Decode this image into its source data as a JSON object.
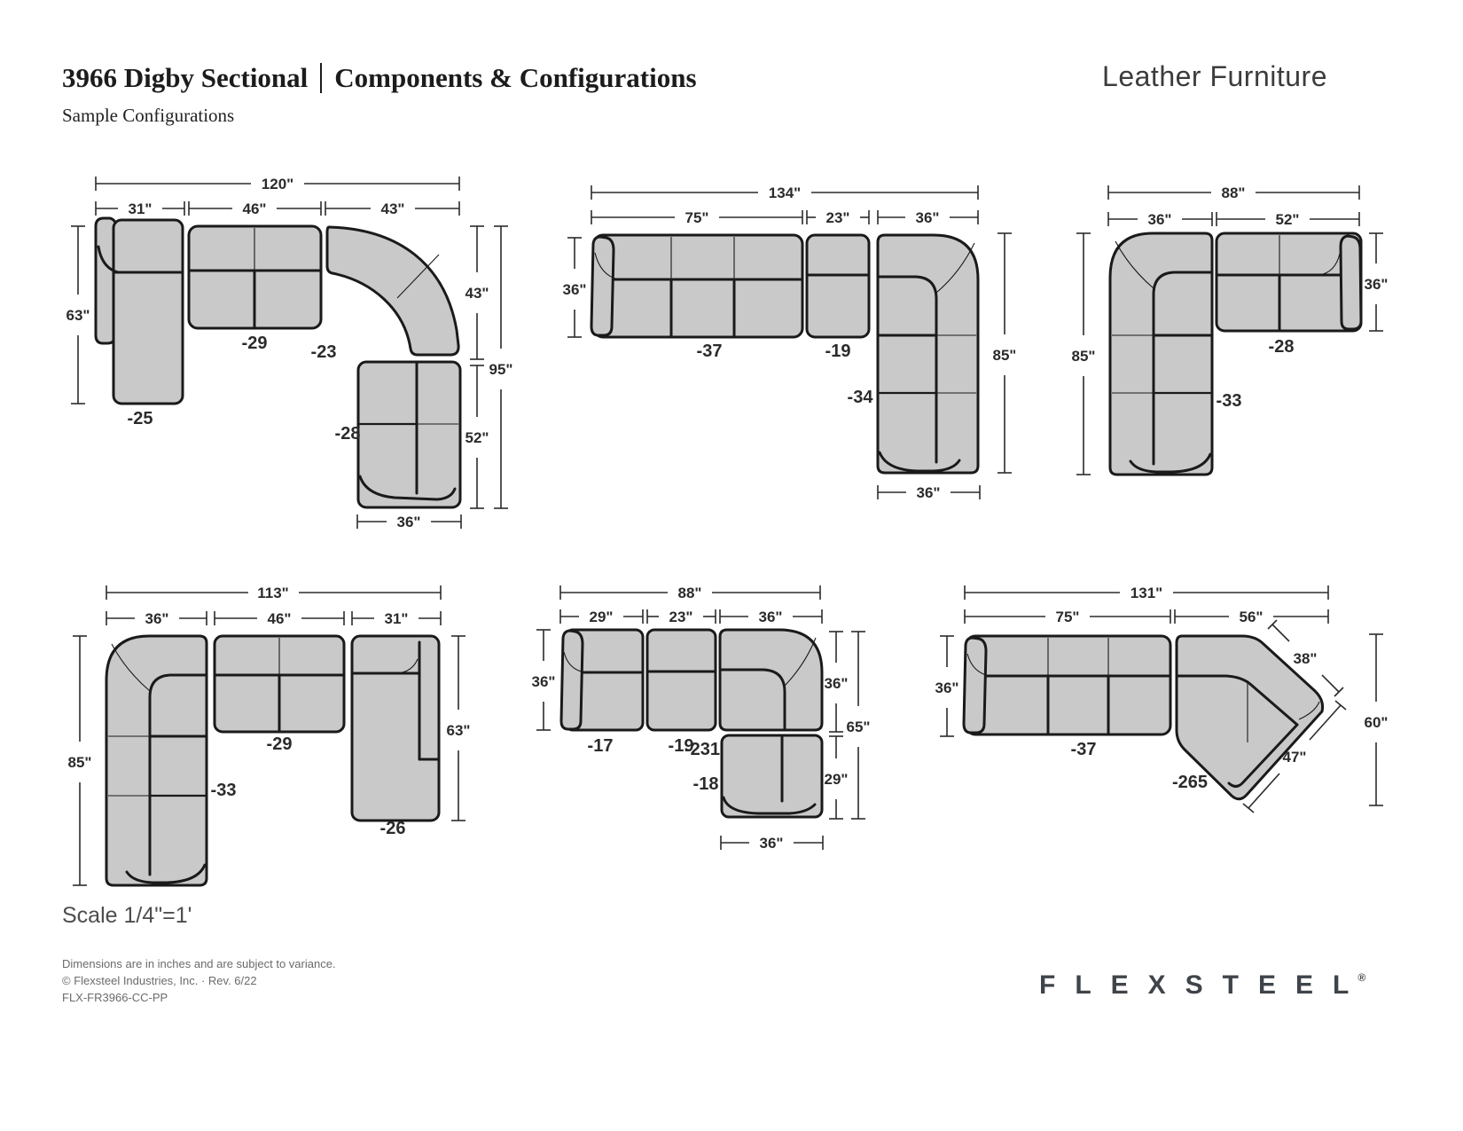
{
  "header": {
    "model_title": "3966 Digby Sectional",
    "page_title": "Components & Configurations",
    "category": "Leather Furniture",
    "subtitle": "Sample Configurations"
  },
  "configs": [
    {
      "name": "config-1",
      "total": "120\"",
      "segments": [
        "31\"",
        "46\"",
        "43\""
      ],
      "left_depth": "63\"",
      "right_upper": "43\"",
      "right_lower": "52\"",
      "right_total": "95\"",
      "bottom_width": "36\"",
      "pieces": [
        "-25",
        "-29",
        "-23",
        "-28"
      ]
    },
    {
      "name": "config-2",
      "total": "134\"",
      "segments": [
        "75\"",
        "23\"",
        "36\""
      ],
      "left_depth": "36\"",
      "right_total": "85\"",
      "bottom_width": "36\"",
      "pieces": [
        "-37",
        "-19",
        "-34"
      ]
    },
    {
      "name": "config-3",
      "total": "88\"",
      "segments": [
        "36\"",
        "52\""
      ],
      "left_depth": "85\"",
      "right_depth": "36\"",
      "pieces": [
        "-33",
        "-28"
      ]
    },
    {
      "name": "config-4",
      "total": "113\"",
      "segments": [
        "36\"",
        "46\"",
        "31\""
      ],
      "left_depth": "85\"",
      "right_depth": "63\"",
      "pieces": [
        "-33",
        "-29",
        "-26"
      ]
    },
    {
      "name": "config-5",
      "total": "88\"",
      "segments": [
        "29\"",
        "23\"",
        "36\""
      ],
      "left_depth": "36\"",
      "right_upper": "36\"",
      "right_lower": "29\"",
      "right_total": "65\"",
      "bottom_width": "36\"",
      "pieces": [
        "-17",
        "-19",
        "-231",
        "-18"
      ]
    },
    {
      "name": "config-6",
      "total": "131\"",
      "segments": [
        "75\"",
        "56\""
      ],
      "left_depth": "36\"",
      "diag_upper": "38\"",
      "diag_lower": "47\"",
      "right_total": "60\"",
      "pieces": [
        "-37",
        "-265"
      ]
    }
  ],
  "footer": {
    "scale": "Scale 1/4\"=1'",
    "notes": [
      "Dimensions are in inches and are subject to variance.",
      "© Flexsteel Industries, Inc. · Rev. 6/22",
      "FLX-FR3966-CC-PP"
    ],
    "logo": "FLEXSTEEL",
    "logo_mark": "®"
  },
  "colors": {
    "piece_fill": "#c9c9c9",
    "outline": "#1a1a1a",
    "dim_line": "#2b2b2b"
  }
}
